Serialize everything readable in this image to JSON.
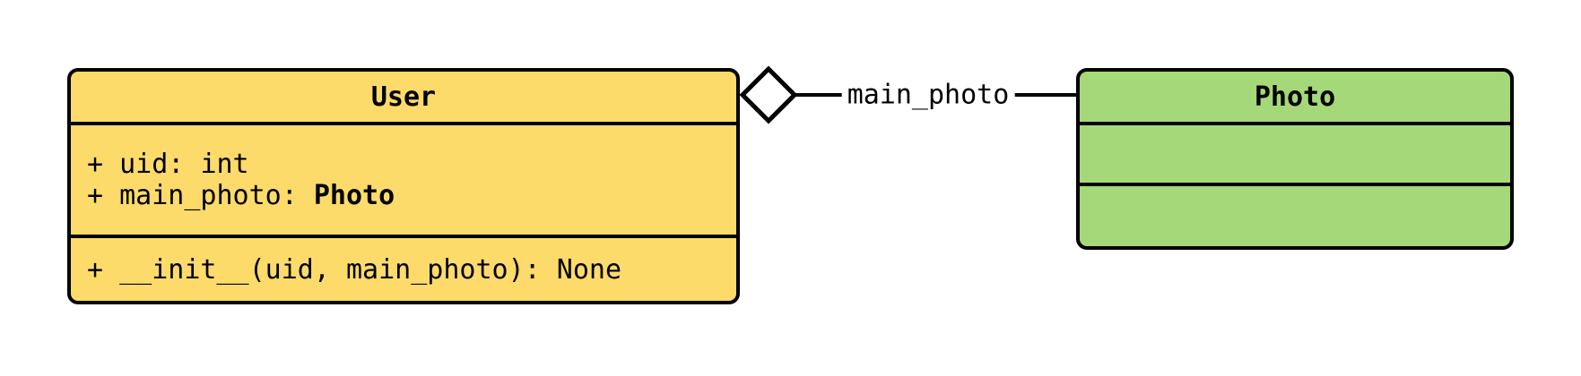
{
  "diagram": {
    "classes": [
      {
        "name": "User",
        "fill": "#FDDB6A",
        "attributes": [
          {
            "prefix": "+ uid: ",
            "type": "int"
          },
          {
            "prefix": "+ main_photo: ",
            "type": "Photo"
          }
        ],
        "methods": [
          "+ __init__(uid, main_photo): None"
        ]
      },
      {
        "name": "Photo",
        "fill": "#A5D879",
        "attributes": [],
        "methods": []
      }
    ],
    "relationship": {
      "type": "aggregation",
      "from": "User",
      "to": "Photo",
      "label": "main_photo"
    },
    "colors": {
      "user_fill": "#FDDB6A",
      "photo_fill": "#A5D879",
      "border": "#000000",
      "background": "#FFFFFF"
    }
  }
}
